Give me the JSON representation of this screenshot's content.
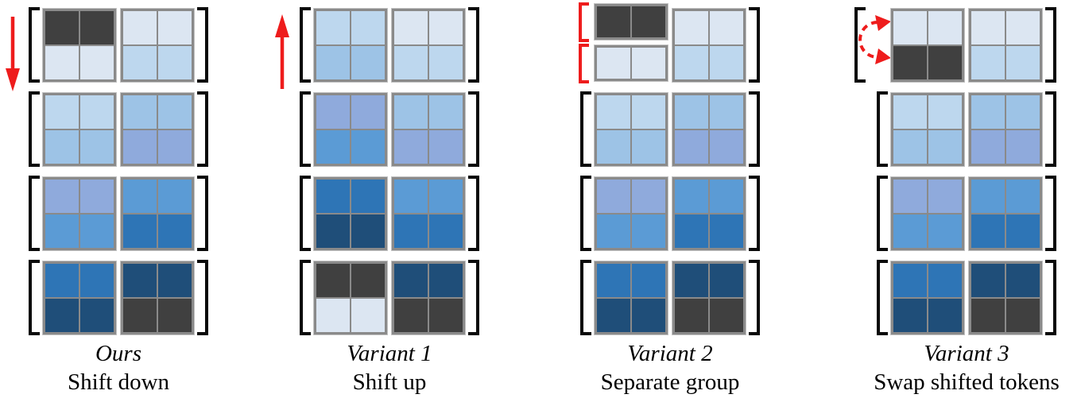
{
  "figure": {
    "description": "Token shift strategy comparison figure with four variants",
    "token_rows_per_grid": 2,
    "cells_per_row": 2
  },
  "palette": {
    "gray": "#404040",
    "blue1": "#dce6f2",
    "blue2": "#bdd7ee",
    "blue3": "#9dc3e6",
    "blue4": "#8faadc",
    "blue5": "#5b9bd5",
    "blue6": "#2e75b6",
    "blue7": "#1f4e79",
    "grid_stroke": "#8a8a8a",
    "bracket_black": "#0a0a0a",
    "annotation_red": "#ee1c1c"
  },
  "columns": [
    {
      "id": "ours",
      "title": "Ours",
      "subtitle": "Shift down",
      "annotation": "arrow-down",
      "groups": [
        {
          "type": "pair",
          "left": [
            "gray",
            "blue1"
          ],
          "right": [
            "blue1",
            "blue2"
          ]
        },
        {
          "type": "pair",
          "left": [
            "blue2",
            "blue3"
          ],
          "right": [
            "blue3",
            "blue4"
          ]
        },
        {
          "type": "pair",
          "left": [
            "blue4",
            "blue5"
          ],
          "right": [
            "blue5",
            "blue6"
          ]
        },
        {
          "type": "pair",
          "left": [
            "blue6",
            "blue7"
          ],
          "right": [
            "blue7",
            "gray"
          ]
        }
      ]
    },
    {
      "id": "variant-1",
      "title": "Variant 1",
      "subtitle": "Shift up",
      "annotation": "arrow-up",
      "groups": [
        {
          "type": "pair",
          "left": [
            "blue2",
            "blue3"
          ],
          "right": [
            "blue1",
            "blue2"
          ]
        },
        {
          "type": "pair",
          "left": [
            "blue4",
            "blue5"
          ],
          "right": [
            "blue3",
            "blue4"
          ]
        },
        {
          "type": "pair",
          "left": [
            "blue6",
            "blue7"
          ],
          "right": [
            "blue5",
            "blue6"
          ]
        },
        {
          "type": "pair",
          "left": [
            "gray",
            "blue1"
          ],
          "right": [
            "blue7",
            "gray"
          ]
        }
      ]
    },
    {
      "id": "variant-2",
      "title": "Variant 2",
      "subtitle": "Separate group",
      "annotation": "red-brackets",
      "groups": [
        {
          "type": "separate",
          "rows": [
            "gray",
            "blue1"
          ],
          "right": [
            "blue1",
            "blue2"
          ]
        },
        {
          "type": "pair",
          "left": [
            "blue2",
            "blue3"
          ],
          "right": [
            "blue3",
            "blue4"
          ]
        },
        {
          "type": "pair",
          "left": [
            "blue4",
            "blue5"
          ],
          "right": [
            "blue5",
            "blue6"
          ]
        },
        {
          "type": "pair",
          "left": [
            "blue6",
            "blue7"
          ],
          "right": [
            "blue7",
            "gray"
          ]
        }
      ]
    },
    {
      "id": "variant-3",
      "title": "Variant 3",
      "subtitle": "Swap shifted tokens",
      "annotation": "swap-arrow",
      "groups": [
        {
          "type": "pair",
          "left": [
            "blue1",
            "gray"
          ],
          "right": [
            "blue1",
            "blue2"
          ]
        },
        {
          "type": "pair",
          "left": [
            "blue2",
            "blue3"
          ],
          "right": [
            "blue3",
            "blue4"
          ]
        },
        {
          "type": "pair",
          "left": [
            "blue4",
            "blue5"
          ],
          "right": [
            "blue5",
            "blue6"
          ]
        },
        {
          "type": "pair",
          "left": [
            "blue6",
            "blue7"
          ],
          "right": [
            "blue7",
            "gray"
          ]
        }
      ]
    }
  ]
}
